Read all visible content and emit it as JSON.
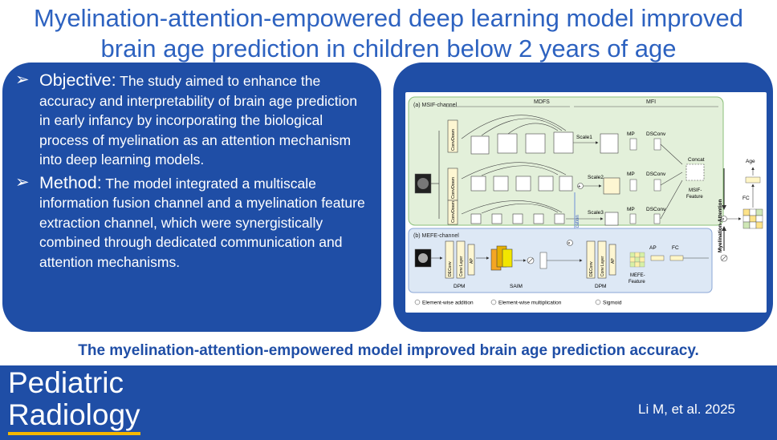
{
  "title": {
    "line1": "Myelination-attention-empowered deep learning model improved",
    "line2": "brain age prediction in children below 2 years of age"
  },
  "objective": {
    "heading": "Objective:",
    "text": "The study aimed to enhance the accuracy and interpretability of brain age prediction in early infancy by incorporating the biological process of myelination as an attention mechanism into deep learning models."
  },
  "method": {
    "heading": "Method:",
    "text": "The model integrated a multiscale information fusion channel and a myelination feature extraction channel, which were synergistically combined through dedicated communication and attention mechanisms."
  },
  "figure": {
    "msif_label": "(a) MSIF-channel",
    "mdfs": "MDFS",
    "mfi": "MFI",
    "convdown": "ConvDown",
    "scale1": "Scale1",
    "scale2": "Scale2",
    "scale3": "Scale3",
    "mp": "MP",
    "dsconv": "DSConv",
    "concat": "Concat",
    "msif_feature_1": "MSIF-",
    "msif_feature_2": "Feature",
    "myelination_attention": "Myelination-Attention",
    "communication": "Communication",
    "age": "Age",
    "fc": "FC",
    "mefe_label": "(b) MEFE-channel",
    "deconv": "DEConv",
    "conv_layer": "Conv Layer",
    "ap": "AP",
    "dpm": "DPM",
    "saim": "SAIM",
    "mefe_feature_1": "MEFE-",
    "mefe_feature_2": "Feature",
    "legend_add": "Element-wise addition",
    "legend_mul": "Element-wise multiplication",
    "legend_sig": "Sigmoid"
  },
  "conclusion": "The myelination-attention-empowered model improved brain age prediction accuracy.",
  "footer": {
    "journal_line1": "Pediatric",
    "journal_line2": "Radiology",
    "citation": "Li M, et al. 2025"
  },
  "colors": {
    "brand_blue": "#1f4ea6",
    "title_blue": "#2d62c0",
    "accent_gold": "#f5b800",
    "msif_green": "#e3f0da",
    "mefe_blue": "#dde8f5"
  }
}
